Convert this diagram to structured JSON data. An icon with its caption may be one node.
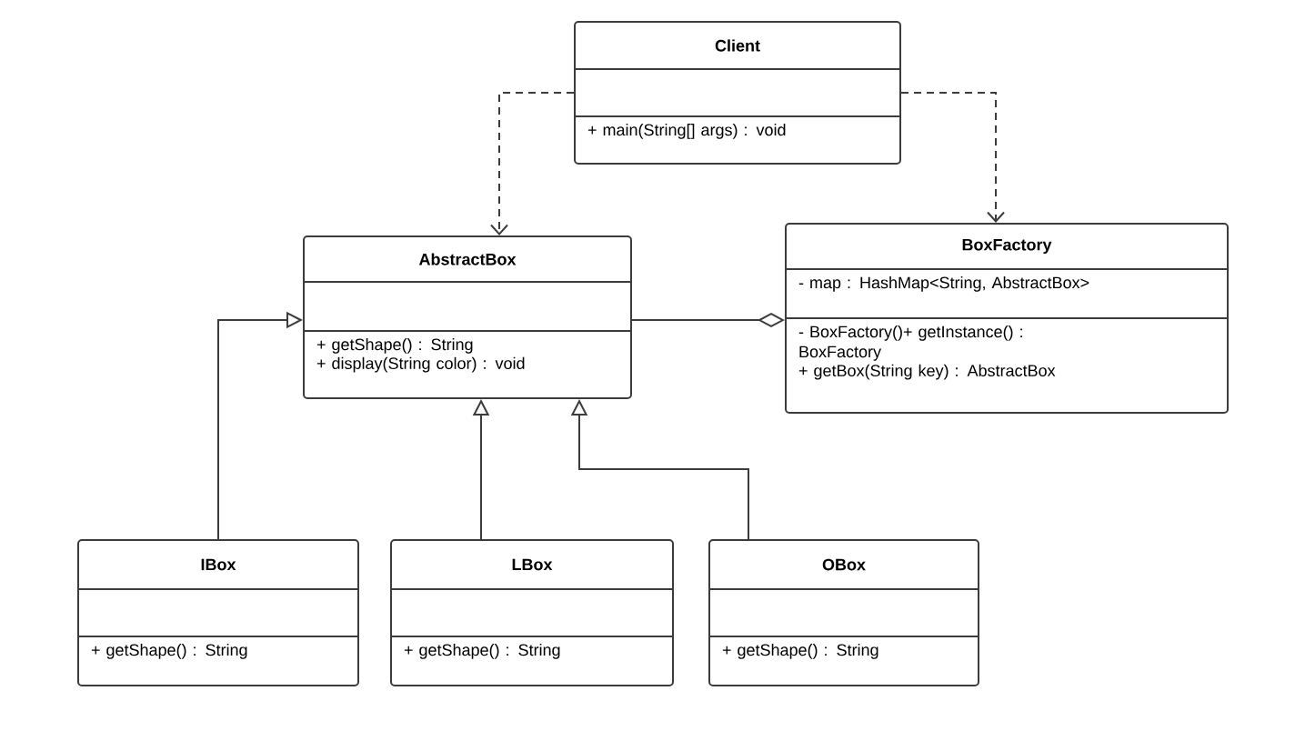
{
  "diagram": {
    "nodes": [
      {
        "text": [
          "Client",
          "+ main(String[] args) : void"
        ]
      },
      {
        "text": [
          "AbstractBox",
          "+ getShape() : String",
          "+ display(String color) : void"
        ]
      },
      {
        "text": [
          "BoxFactory",
          "- map : HashMap<String, AbstractBox>",
          "- BoxFactory()+ getInstance() : BoxFactory",
          "+ getBox(String key) : AbstractBox"
        ]
      },
      {
        "text": [
          "IBox",
          "+ getShape() : String"
        ]
      },
      {
        "text": [
          "LBox",
          "+ getShape() : String"
        ]
      },
      {
        "text": [
          "OBox",
          "+ getShape() : String"
        ]
      }
    ],
    "edges": [
      {
        "from": 0,
        "to": 1,
        "arrow": "to",
        "style": "dashed"
      },
      {
        "from": 0,
        "to": 2,
        "arrow": "to",
        "style": "dashed"
      },
      {
        "from": 1,
        "to": 2,
        "arrow": "other"
      },
      {
        "from": 3,
        "to": 1,
        "arrow": "to"
      },
      {
        "from": 4,
        "to": 1,
        "arrow": "to"
      },
      {
        "from": 5,
        "to": 1,
        "arrow": "to"
      }
    ]
  }
}
